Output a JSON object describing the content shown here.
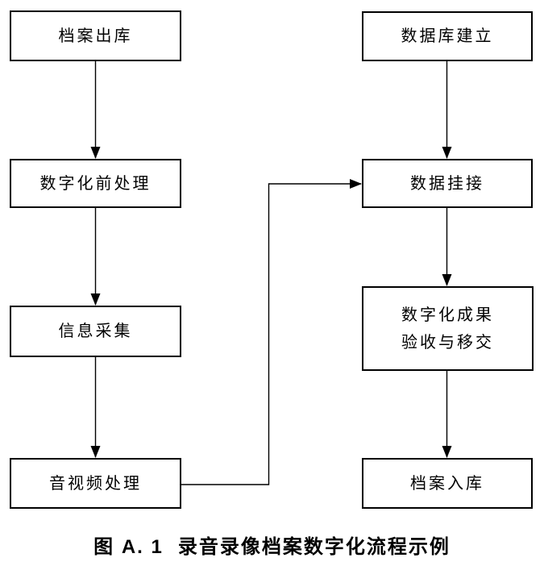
{
  "figure": {
    "type": "flowchart",
    "caption": {
      "figure_label": "图 A. 1",
      "title": "录音录像档案数字化流程示例"
    },
    "left_column": [
      {
        "id": "archive-checkout",
        "label": "档案出库"
      },
      {
        "id": "pre-digitization",
        "label": "数字化前处理"
      },
      {
        "id": "info-collection",
        "label": "信息采集"
      },
      {
        "id": "av-processing",
        "label": "音视频处理"
      }
    ],
    "right_column": [
      {
        "id": "database-creation",
        "label": "数据库建立"
      },
      {
        "id": "data-linking",
        "label": "数据挂接"
      },
      {
        "id": "results-acceptance",
        "label_line1": "数字化成果",
        "label_line2": "验收与移交"
      },
      {
        "id": "archive-storage",
        "label": "档案入库"
      }
    ],
    "edges": [
      {
        "from": "档案出库",
        "to": "数字化前处理"
      },
      {
        "from": "数字化前处理",
        "to": "信息采集"
      },
      {
        "from": "信息采集",
        "to": "音视频处理"
      },
      {
        "from": "音视频处理",
        "to": "数据挂接"
      },
      {
        "from": "数据库建立",
        "to": "数据挂接"
      },
      {
        "from": "数据挂接",
        "to": "数字化成果验收与移交"
      },
      {
        "from": "数字化成果验收与移交",
        "to": "档案入库"
      }
    ],
    "colors": {
      "background": "#ffffff",
      "line": "#000000",
      "box_border": "#000000",
      "text": "#000000"
    }
  }
}
